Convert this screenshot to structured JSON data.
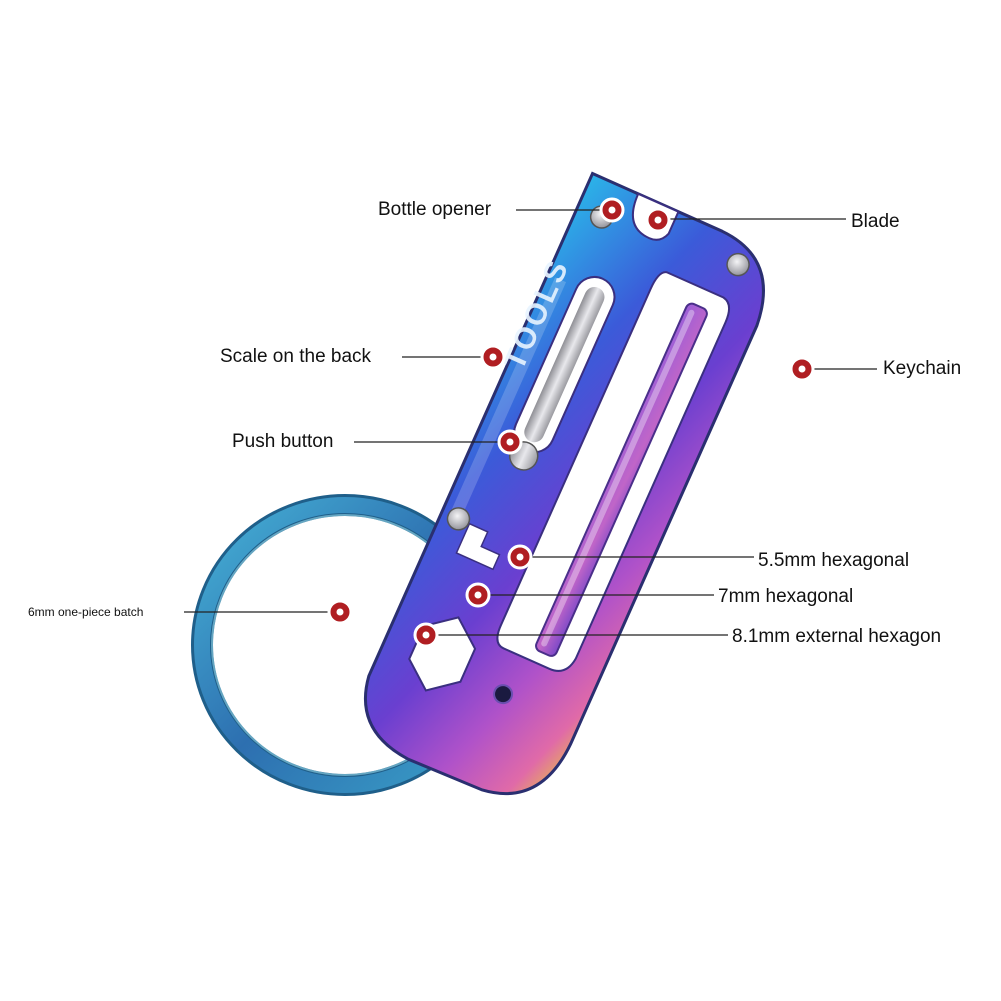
{
  "product": {
    "brand_text": "TOOLS",
    "finish_colors": [
      "#2bb3e8",
      "#3b5bd9",
      "#6a3fd0",
      "#b052c9",
      "#e06aa8",
      "#e8c640"
    ],
    "ring_color": "#2d8ab5",
    "marker_color": "#b01e22"
  },
  "callouts": [
    {
      "id": "bottle-opener",
      "label": "Bottle opener"
    },
    {
      "id": "blade",
      "label": "Blade"
    },
    {
      "id": "scale-on-the-back",
      "label": "Scale on the back"
    },
    {
      "id": "keychain",
      "label": "Keychain"
    },
    {
      "id": "push-button",
      "label": "Push button"
    },
    {
      "id": "hex-5-5mm",
      "label": "5.5mm hexagonal"
    },
    {
      "id": "batch-6mm",
      "label": "6mm one-piece batch"
    },
    {
      "id": "hex-7mm",
      "label": "7mm hexagonal"
    },
    {
      "id": "hex-8-1mm",
      "label": "8.1mm external hexagon"
    }
  ]
}
